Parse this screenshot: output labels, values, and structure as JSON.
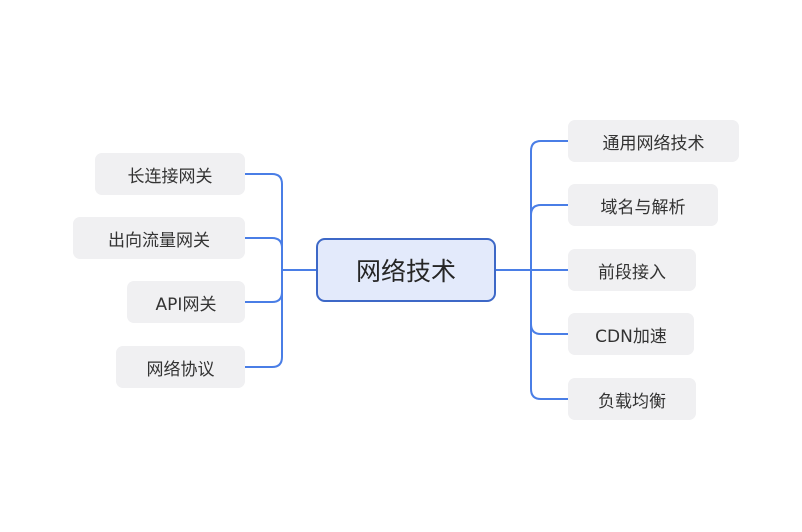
{
  "mindmap": {
    "root": {
      "label": "网络技术"
    },
    "left": [
      {
        "label": "长连接网关"
      },
      {
        "label": "出向流量网关"
      },
      {
        "label": "API网关"
      },
      {
        "label": "网络协议"
      }
    ],
    "right": [
      {
        "label": "通用网络技术"
      },
      {
        "label": "域名与解析"
      },
      {
        "label": "前段接入"
      },
      {
        "label": "CDN加速"
      },
      {
        "label": "负载均衡"
      }
    ]
  },
  "colors": {
    "connector": "#4a7ee6",
    "root_border": "#3d68c7",
    "root_fill": "#e3eafb",
    "node_fill": "#f0f0f2"
  }
}
